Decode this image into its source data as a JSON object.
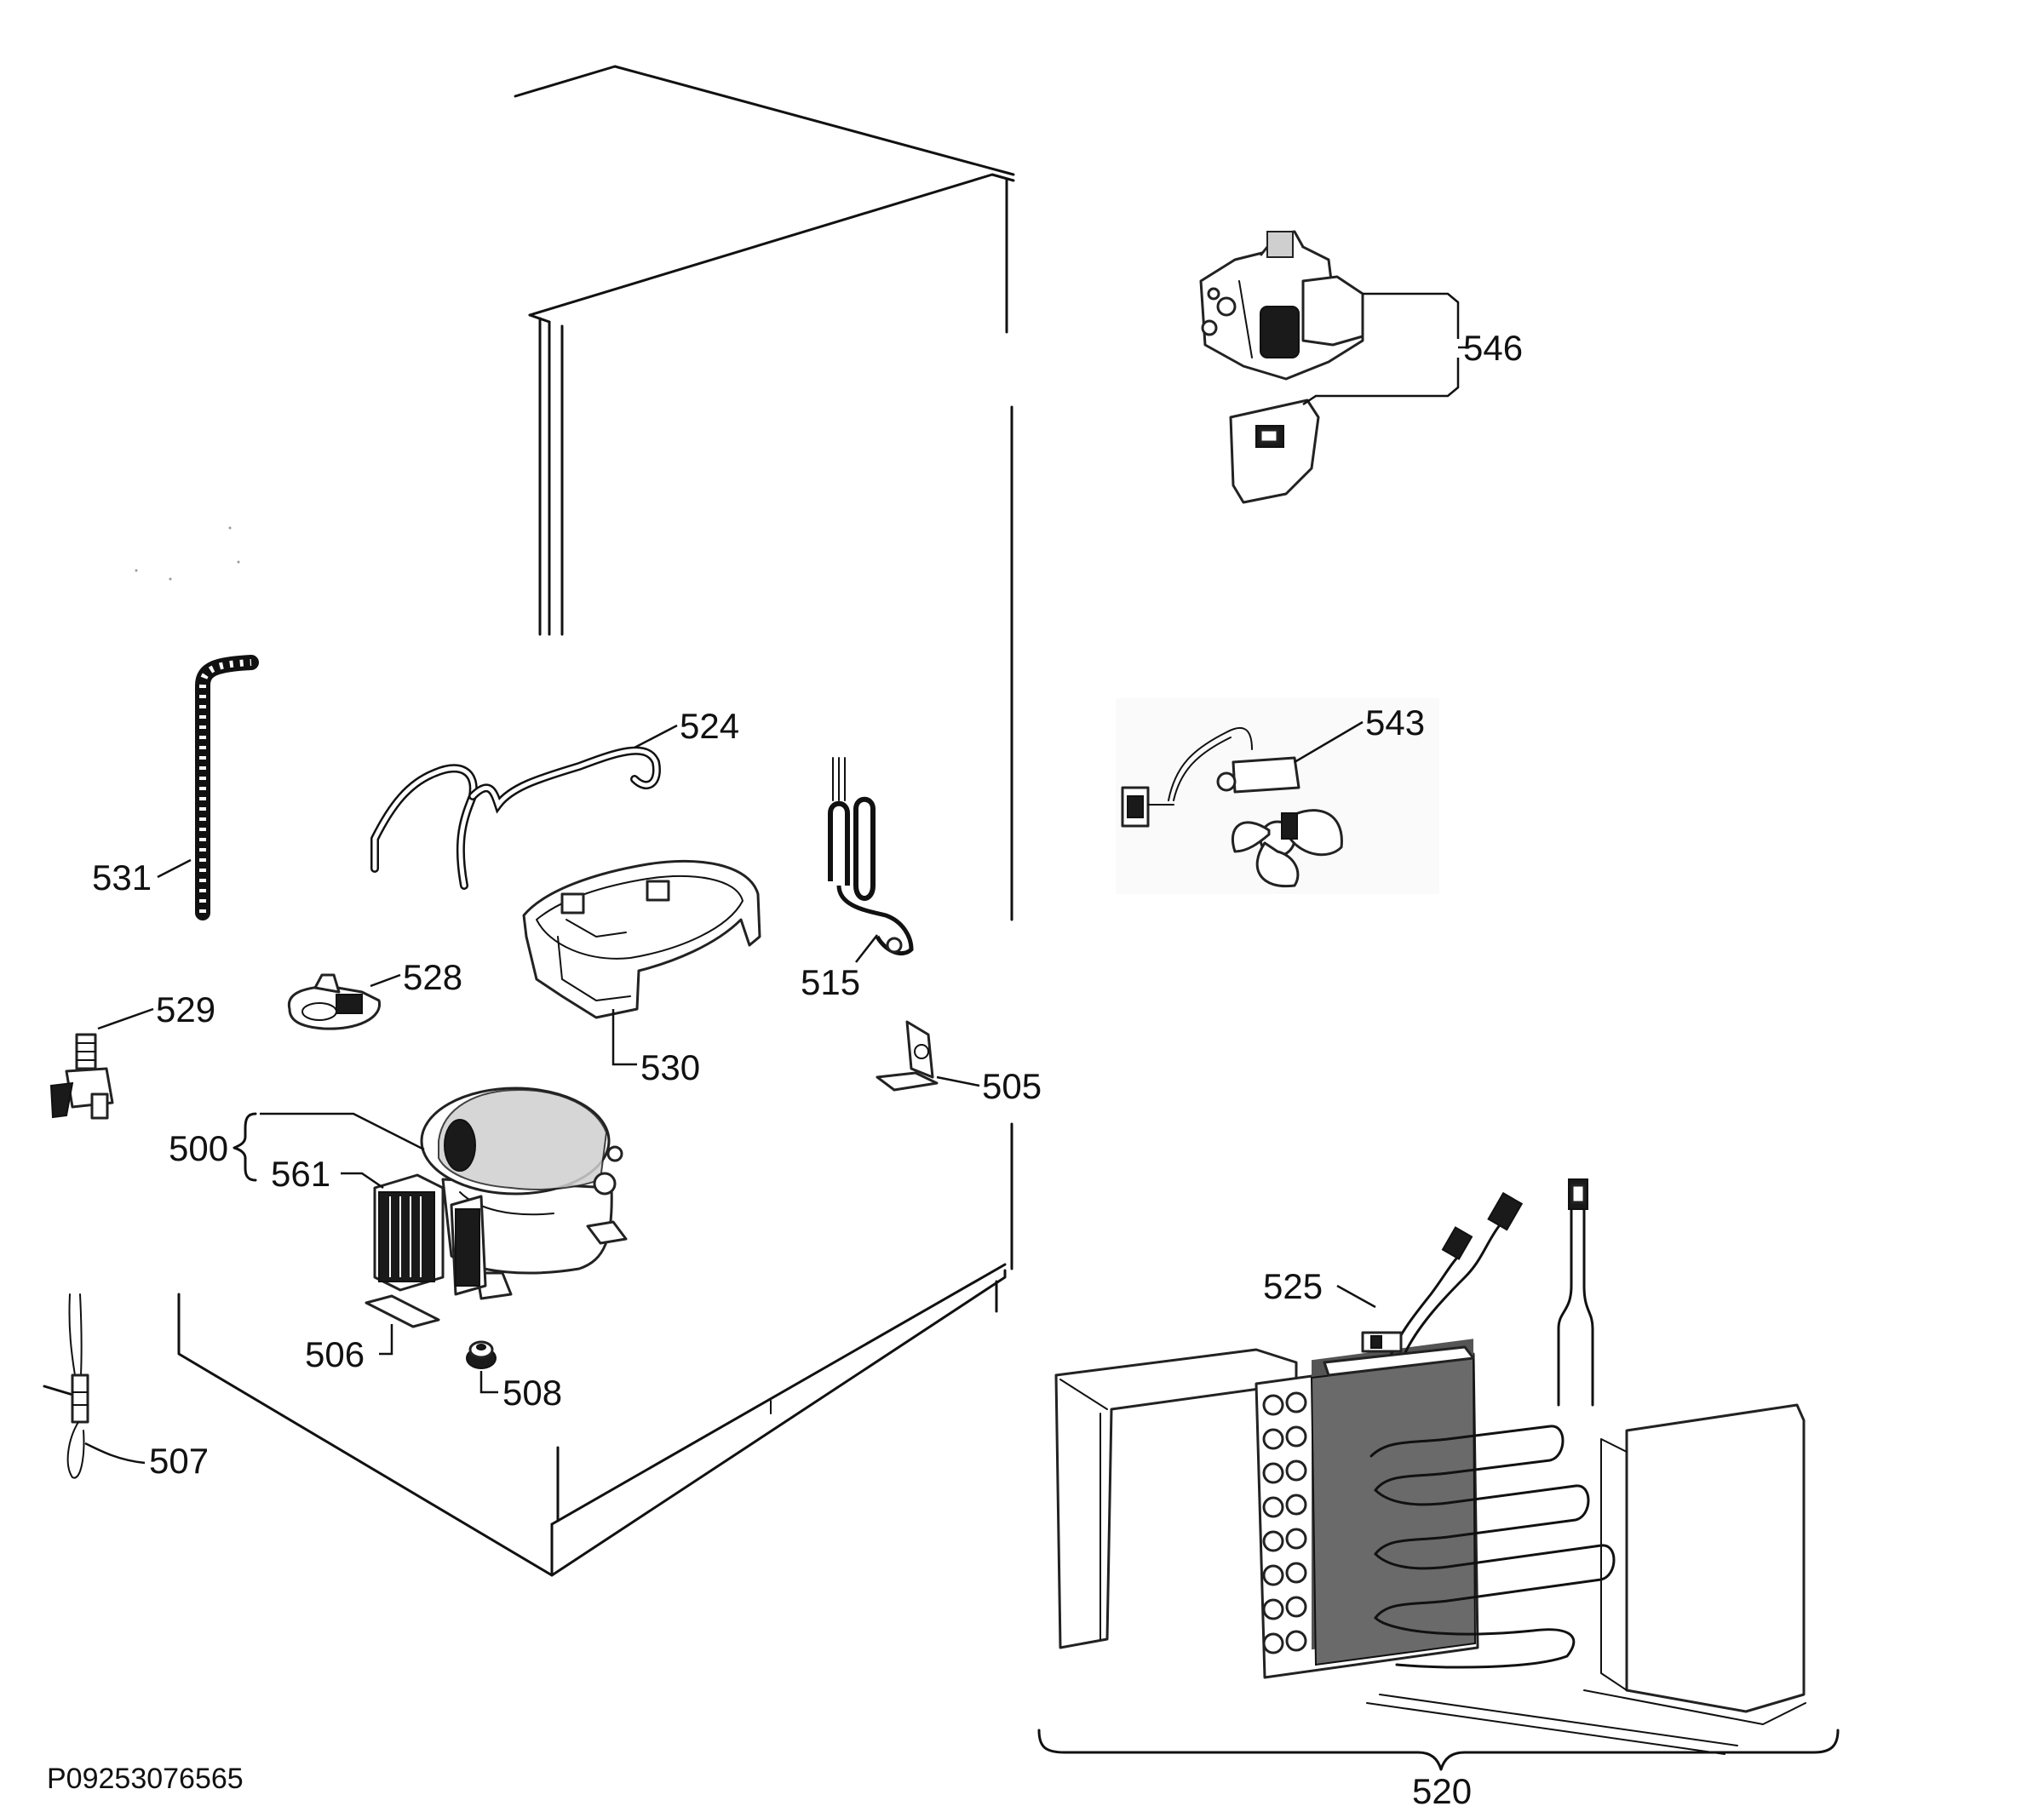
{
  "document_id": "P09253076565",
  "callouts": {
    "c500": "500",
    "c505": "505",
    "c506": "506",
    "c507": "507",
    "c508": "508",
    "c515": "515",
    "c520": "520",
    "c524": "524",
    "c525": "525",
    "c528": "528",
    "c529": "529",
    "c530": "530",
    "c531": "531",
    "c543": "543",
    "c546": "546",
    "c561": "561"
  }
}
